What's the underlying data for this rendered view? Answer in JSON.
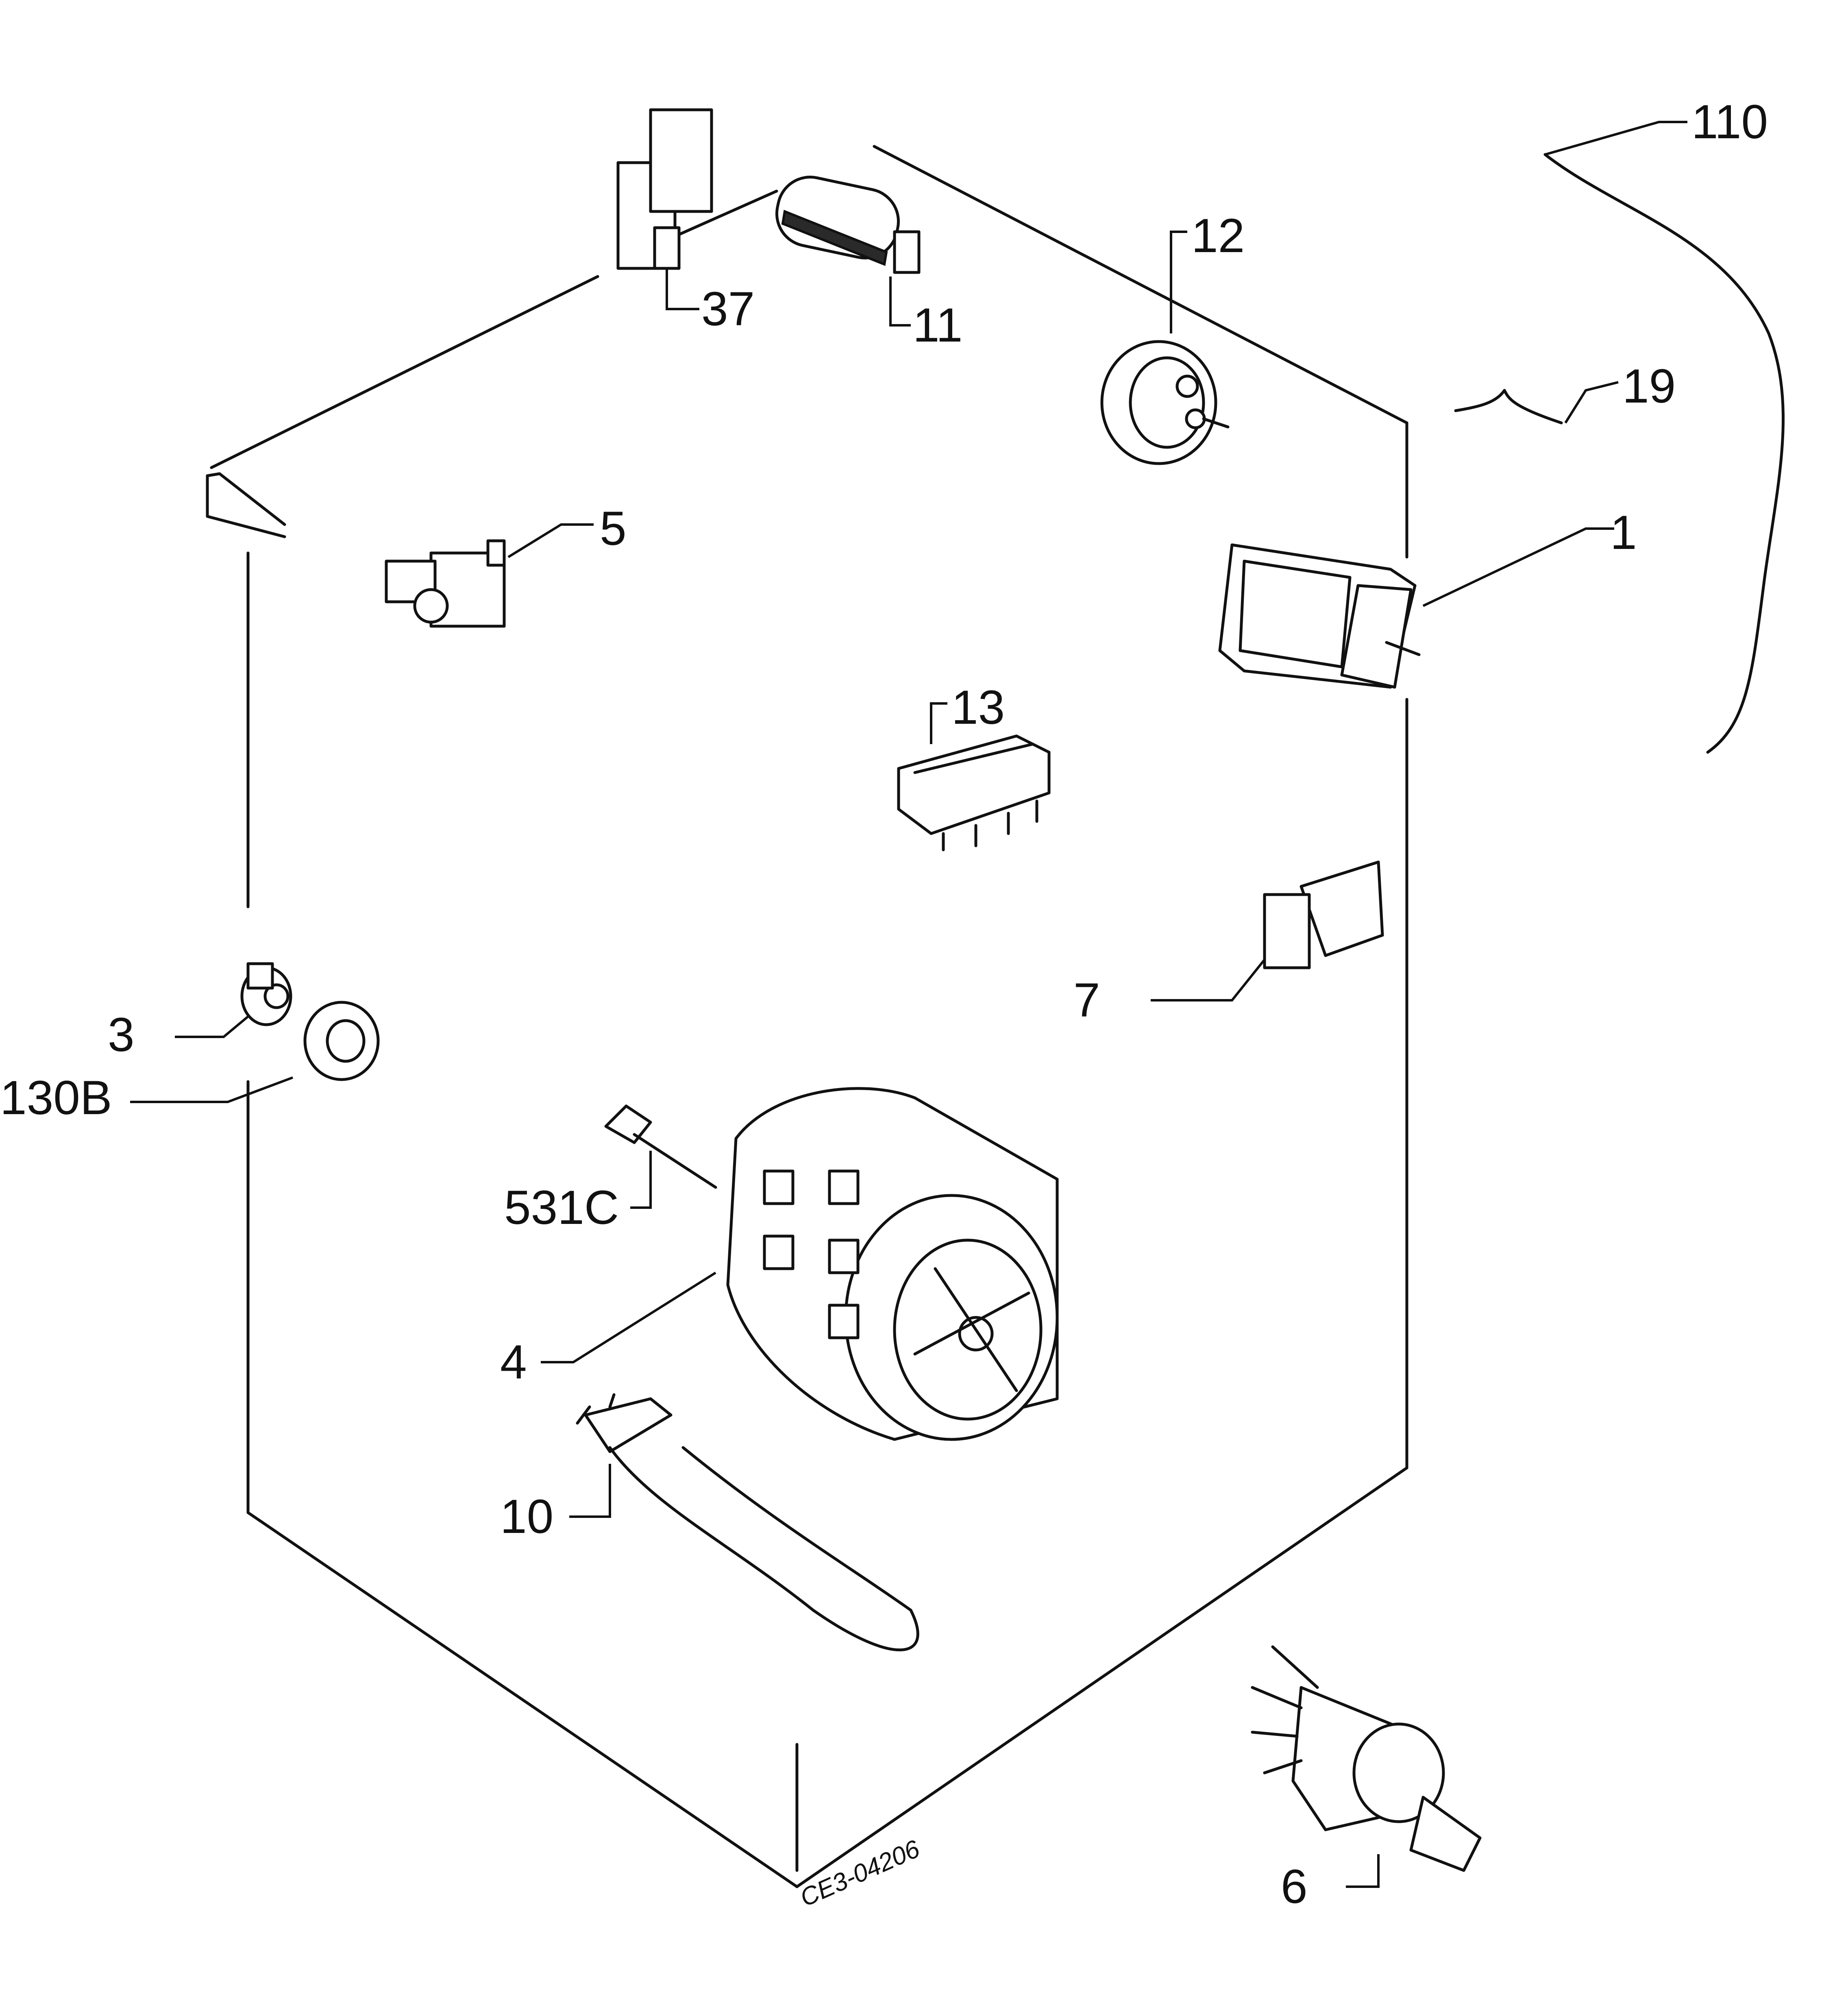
{
  "diagram": {
    "drawing_code": "CE3-04206",
    "callouts": {
      "c110": "110",
      "c12": "12",
      "c37": "37",
      "c11": "11",
      "c19": "19",
      "c5": "5",
      "c1": "1",
      "c13": "13",
      "c7": "7",
      "c3": "3",
      "c130b": "130B",
      "c531c": "531C",
      "c4": "4",
      "c10": "10",
      "c6": "6"
    },
    "parts": [
      {
        "ref": "1",
        "icon": "timer-programmer-icon"
      },
      {
        "ref": "3",
        "icon": "thermostat-icon"
      },
      {
        "ref": "4",
        "icon": "motor-icon"
      },
      {
        "ref": "5",
        "icon": "solenoid-valve-icon"
      },
      {
        "ref": "6",
        "icon": "drain-pump-icon"
      },
      {
        "ref": "7",
        "icon": "door-interlock-icon"
      },
      {
        "ref": "10",
        "icon": "heating-element-icon"
      },
      {
        "ref": "11",
        "icon": "capacitor-icon"
      },
      {
        "ref": "12",
        "icon": "pressure-switch-icon"
      },
      {
        "ref": "13",
        "icon": "push-button-switch-icon"
      },
      {
        "ref": "19",
        "icon": "clip-icon"
      },
      {
        "ref": "37",
        "icon": "bracket-icon"
      },
      {
        "ref": "110",
        "icon": "hose-icon"
      },
      {
        "ref": "130B",
        "icon": "grommet-icon"
      },
      {
        "ref": "531C",
        "icon": "screw-icon"
      }
    ]
  }
}
